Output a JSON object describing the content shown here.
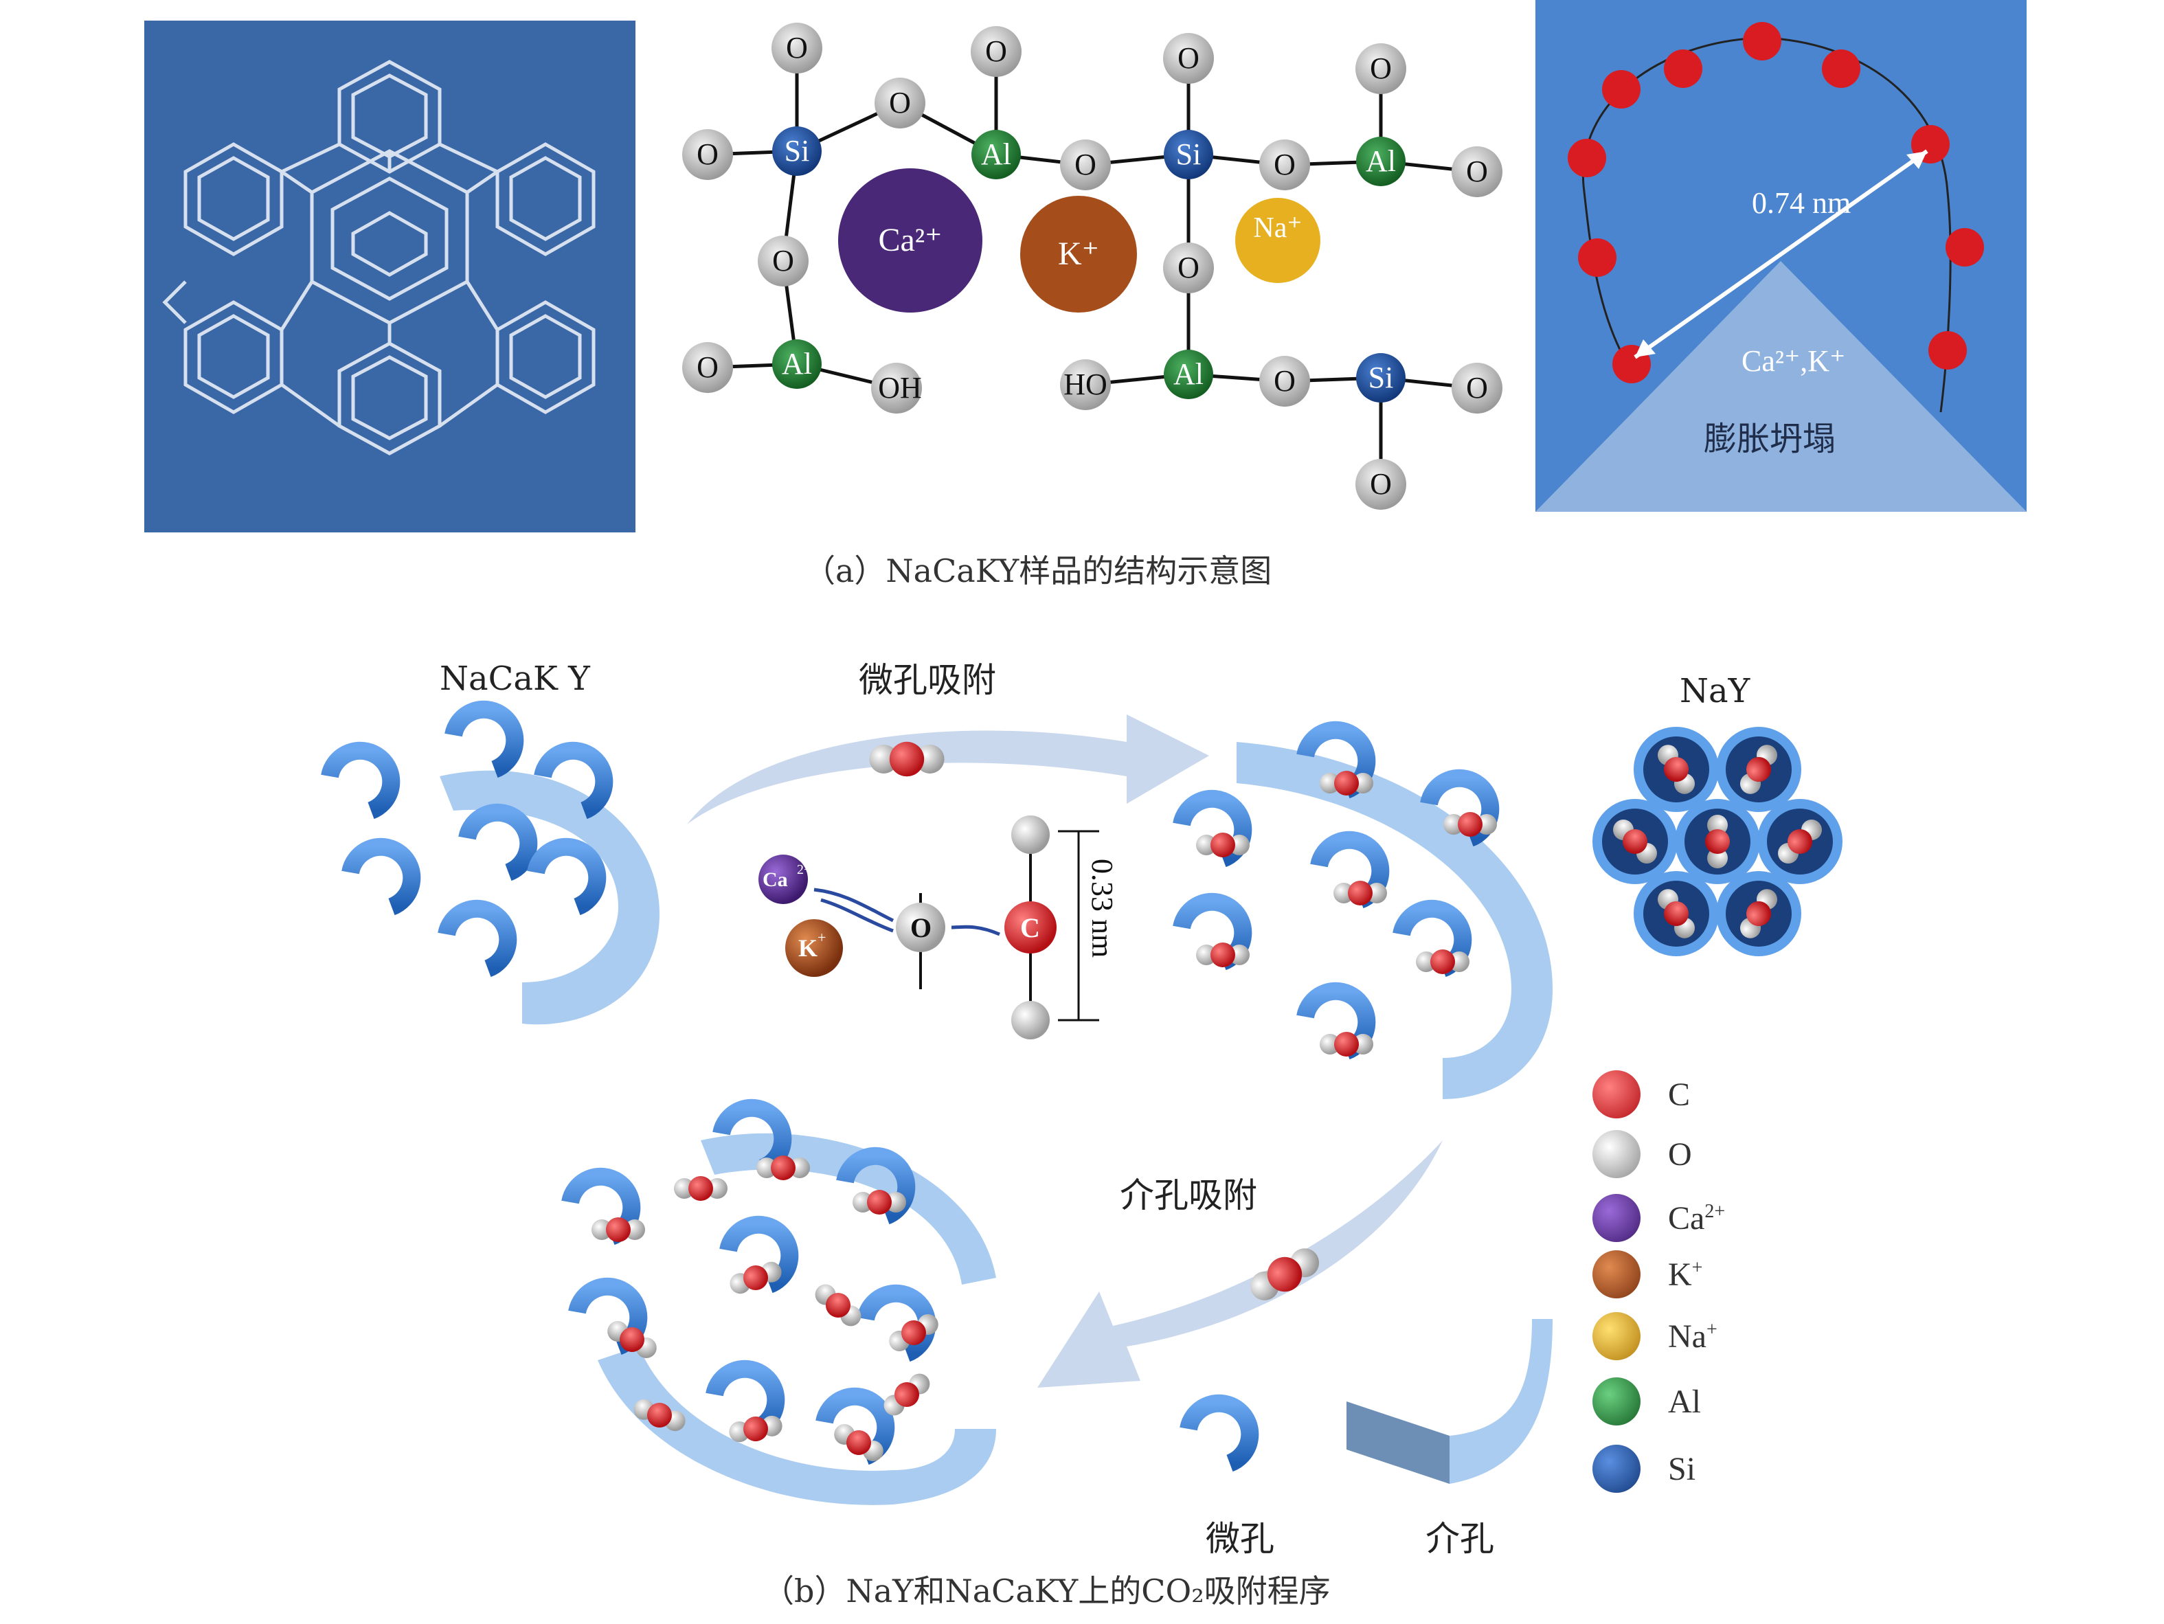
{
  "panel_a": {
    "caption": "（a）NaCaKY样品的结构示意图",
    "framework_atoms": {
      "O": "O",
      "Si": "Si",
      "Al": "Al",
      "OH": "OH",
      "HO": "HO"
    },
    "cations": {
      "ca": "Ca²⁺",
      "k": "K⁺",
      "na": "Na⁺"
    },
    "ring": {
      "distance": "0.74 nm",
      "ions": "Ca²⁺,K⁺",
      "label": "膨胀坍塌"
    }
  },
  "panel_b": {
    "caption": "（b）NaY和NaCaKY上的CO₂吸附程序",
    "label_nacaky": "NaCaK Y",
    "label_nay": "NaY",
    "label_micro_adsorption": "微孔吸附",
    "label_meso_adsorption": "介孔吸附",
    "label_micropore": "微孔",
    "label_mesopore": "介孔",
    "molecule": {
      "ca": "Ca",
      "ca_charge": "2+",
      "k": "K",
      "k_charge": "+",
      "o": "O",
      "c": "C",
      "distance": "0.33 nm"
    }
  },
  "legend": [
    {
      "label": "C",
      "sup": "",
      "color": "#d8191f"
    },
    {
      "label": "O",
      "sup": "",
      "color": "#e8e8e8"
    },
    {
      "label": "Ca",
      "sup": "2+",
      "color": "#5b2a8c"
    },
    {
      "label": "K",
      "sup": "+",
      "color": "#a9481a"
    },
    {
      "label": "Na",
      "sup": "+",
      "color": "#e0a81a"
    },
    {
      "label": "Al",
      "sup": "",
      "color": "#2a8a3a"
    },
    {
      "label": "Si",
      "sup": "",
      "color": "#1f4e99"
    }
  ],
  "colors": {
    "panel_blue": "#3a67a6",
    "framework_blue": "#2a6ec7",
    "arrow_blue": "#c7d6ea"
  }
}
